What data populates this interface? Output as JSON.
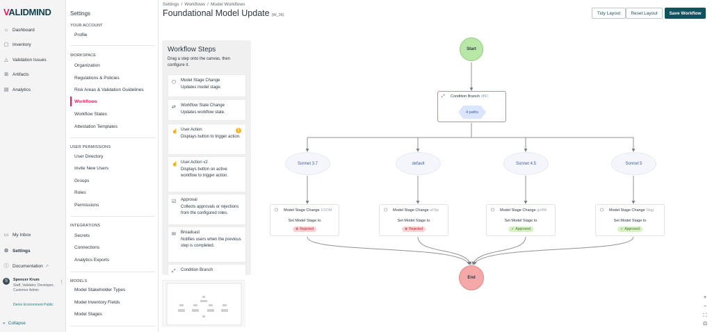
{
  "brand": {
    "logo_accent": "V",
    "logo_rest": "ALIDMIND",
    "accent": "#e2195b",
    "primary": "#10525d"
  },
  "nav": {
    "items": [
      {
        "label": "Dashboard",
        "icon": "home-icon"
      },
      {
        "label": "Inventory",
        "icon": "box-icon"
      },
      {
        "label": "Validation Issues",
        "icon": "warning-icon"
      },
      {
        "label": "Artifacts",
        "icon": "grid-icon"
      },
      {
        "label": "Analytics",
        "icon": "chart-icon"
      }
    ],
    "bottom": [
      {
        "label": "My Inbox",
        "icon": "inbox-icon"
      },
      {
        "label": "Settings",
        "icon": "gear-icon"
      },
      {
        "label": "Documentation",
        "icon": "info-icon"
      }
    ],
    "user": {
      "initial": "S",
      "name": "Spencer Krum",
      "roles": "Staff, Validator, Developer, Customer Admin",
      "env": "Demo Environment Public"
    },
    "collapse": "Collapse"
  },
  "settings": {
    "title": "Settings",
    "sections": [
      {
        "heading": "YOUR ACCOUNT",
        "items": [
          "Profile"
        ]
      },
      {
        "heading": "WORKSPACE",
        "items": [
          "Organization",
          "Regulations & Policies",
          "Risk Areas & Validation Guidelines",
          "Workflows",
          "Workflow States",
          "Attestation Templates"
        ]
      },
      {
        "heading": "USER PERMISSIONS",
        "items": [
          "User Directory",
          "Invite New Users",
          "Groups",
          "Roles",
          "Permissions"
        ]
      },
      {
        "heading": "INTEGRATIONS",
        "items": [
          "Secrets",
          "Connections",
          "Analytics Exports"
        ]
      },
      {
        "heading": "MODELS",
        "items": [
          "Model Stakeholder Types",
          "Model Inventory Fields",
          "Model Stages"
        ]
      }
    ],
    "active": "Workflows"
  },
  "breadcrumb": [
    "Settings",
    "/",
    "Workflows",
    "/",
    "Model Workflows"
  ],
  "page": {
    "title": "Foundational Model Update",
    "code": "(W_36)"
  },
  "buttons": {
    "tidy": "Tidy Layout",
    "reset": "Reset Layout",
    "save": "Save Workflow"
  },
  "steps": {
    "title": "Workflow Steps",
    "description": "Drag a step onto the canvas, then configure it.",
    "cards": [
      {
        "title": "Model Stage Change",
        "desc": "Updates model stage.",
        "icon": "cube-icon"
      },
      {
        "title": "Workflow State Change",
        "desc": "Updates workflow state.",
        "icon": "swap-icon"
      },
      {
        "title": "User Action",
        "desc": "Displays button to trigger action.",
        "icon": "pointer-icon",
        "warning": "!"
      },
      {
        "title": "User Action v2",
        "desc": "Displays button on active workflow to trigger action.",
        "icon": "pointer-icon"
      },
      {
        "title": "Approval",
        "desc": "Collects approvals or rejections from the configured roles.",
        "icon": "thumb-icon"
      },
      {
        "title": "Broadcast",
        "desc": "Notifies users when the previous step is completed.",
        "icon": "broadcast-icon"
      },
      {
        "title": "Condition Branch",
        "desc": "",
        "icon": "expand-icon"
      }
    ]
  },
  "canvas": {
    "start": "Start",
    "end": "End",
    "condition": {
      "title": "Condition Branch",
      "id": "dftD",
      "paths": "4 paths"
    },
    "branches": [
      "Sonnet 3.7",
      "default",
      "Sonnet 4.5",
      "Sonnet 5"
    ],
    "stage_changes": [
      {
        "title": "Model Stage Change",
        "id": "1OOM",
        "set": "Set Model Stage to",
        "status": "Rejected",
        "kind": "rej"
      },
      {
        "title": "Model Stage Change",
        "id": "uF8p",
        "set": "Set Model Stage to",
        "status": "Rejected",
        "kind": "rej"
      },
      {
        "title": "Model Stage Change",
        "id": "gv4W",
        "set": "Set Model Stage to",
        "status": "Approved",
        "kind": "app"
      },
      {
        "title": "Model Stage Change",
        "id": "Slqg",
        "set": "Set Model Stage to",
        "status": "Approved",
        "kind": "app"
      }
    ]
  }
}
